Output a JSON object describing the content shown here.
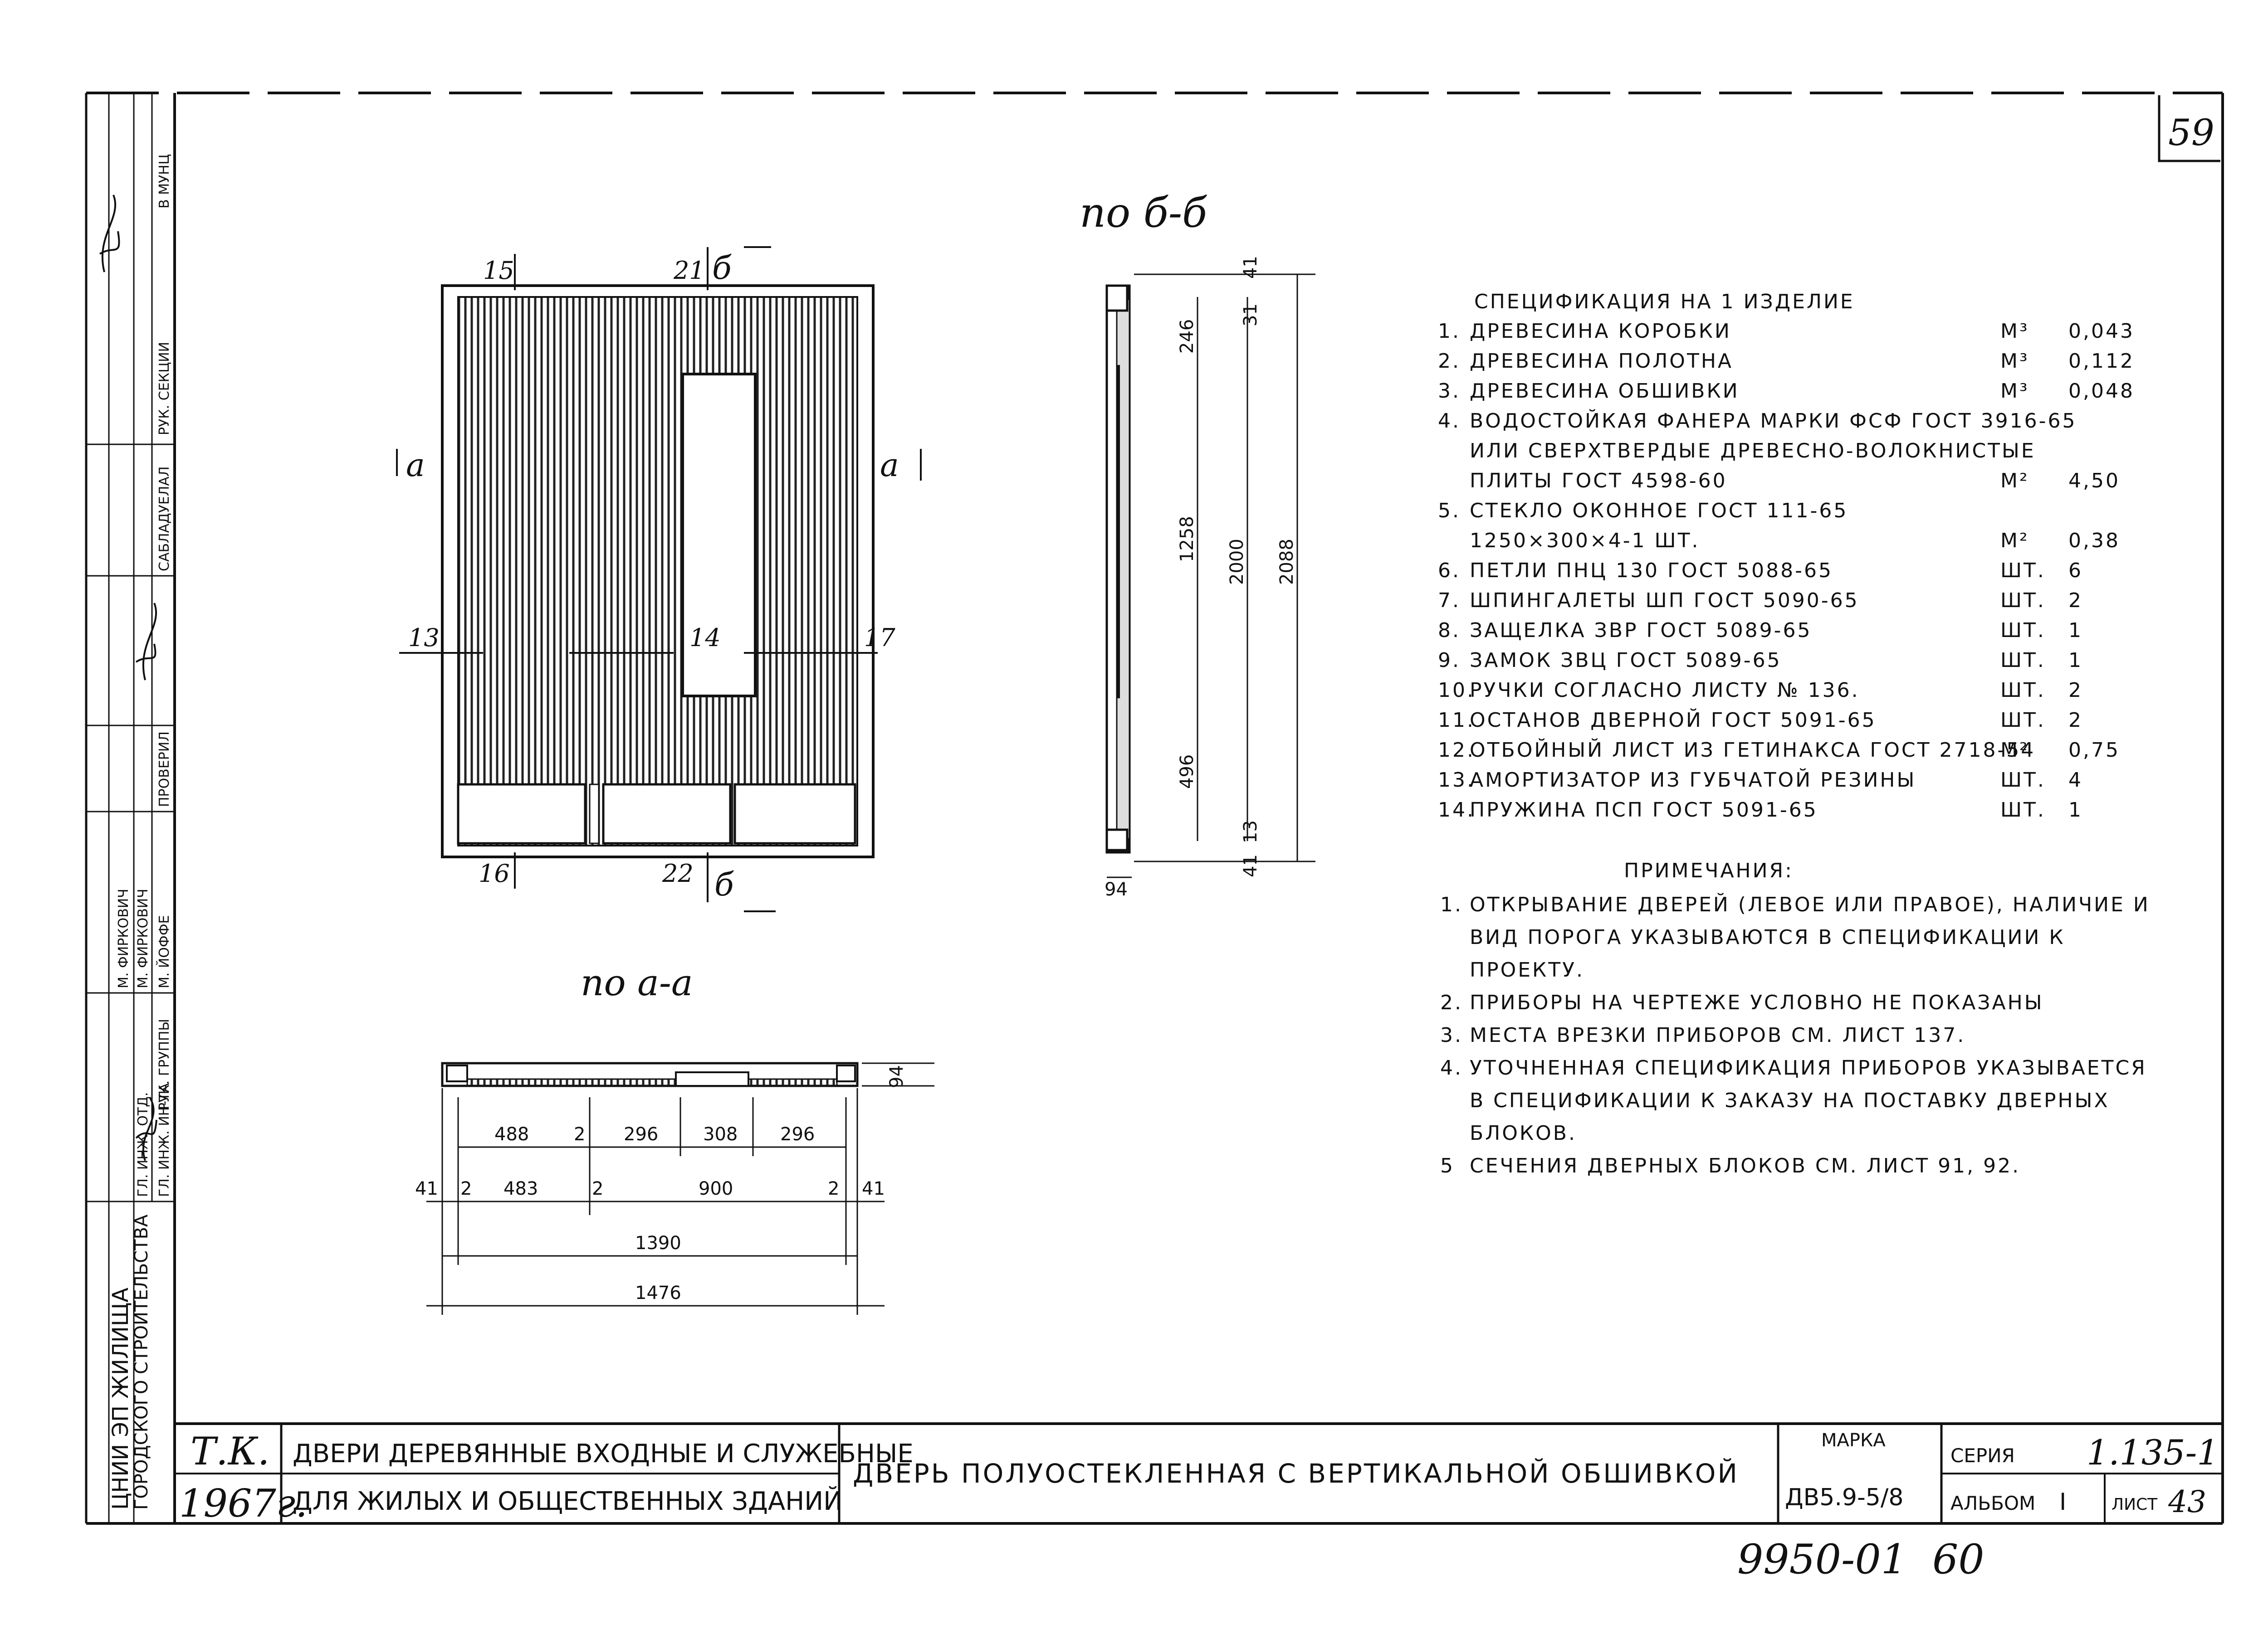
{
  "page_number": "59",
  "section_b_title": "по б-б",
  "section_a_title": "по а-а",
  "front_view": {
    "labels": [
      "15",
      "21",
      "б",
      "а",
      "а",
      "13",
      "14",
      "17",
      "16",
      "22",
      "б"
    ]
  },
  "section_b_dims": [
    "41",
    "31",
    "246",
    "1258",
    "2000",
    "2088",
    "496",
    "13",
    "41",
    "94"
  ],
  "section_a_dims": {
    "row1": [
      "488",
      "2",
      "296",
      "308",
      "296"
    ],
    "row2": [
      "41",
      "2",
      "483",
      "2",
      "900",
      "2",
      "41"
    ],
    "overall1": "1390",
    "overall2": "1476",
    "side": "94"
  },
  "spec": {
    "title": "СПЕЦИФИКАЦИЯ НА 1 ИЗДЕЛИЕ",
    "items": [
      {
        "n": "1.",
        "text": "ДРЕВЕСИНА КОРОБКИ",
        "unit": "М³",
        "qty": "0,043"
      },
      {
        "n": "2.",
        "text": "ДРЕВЕСИНА ПОЛОТНА",
        "unit": "М³",
        "qty": "0,112"
      },
      {
        "n": "3.",
        "text": "ДРЕВЕСИНА ОБШИВКИ",
        "unit": "М³",
        "qty": "0,048"
      },
      {
        "n": "4.",
        "text": "ВОДОСТОЙКАЯ ФАНЕРА МАРКИ ФСФ ГОСТ 3916-65",
        "unit": "",
        "qty": ""
      },
      {
        "n": "",
        "text": "ИЛИ СВЕРХТВЕРДЫЕ ДРЕВЕСНО-ВОЛОКНИСТЫЕ",
        "unit": "",
        "qty": ""
      },
      {
        "n": "",
        "text": "ПЛИТЫ ГОСТ 4598-60",
        "unit": "М²",
        "qty": "4,50"
      },
      {
        "n": "5.",
        "text": "СТЕКЛО ОКОННОЕ ГОСТ 111-65",
        "unit": "",
        "qty": ""
      },
      {
        "n": "",
        "text": "1250×300×4-1 ШТ.",
        "unit": "М²",
        "qty": "0,38"
      },
      {
        "n": "6.",
        "text": "ПЕТЛИ ПНЦ 130 ГОСТ 5088-65",
        "unit": "ШТ.",
        "qty": "6"
      },
      {
        "n": "7.",
        "text": "ШПИНГАЛЕТЫ ШП ГОСТ 5090-65",
        "unit": "ШТ.",
        "qty": "2"
      },
      {
        "n": "8.",
        "text": "ЗАЩЕЛКА ЗВР ГОСТ 5089-65",
        "unit": "ШТ.",
        "qty": "1"
      },
      {
        "n": "9.",
        "text": "ЗАМОК ЗВЦ ГОСТ 5089-65",
        "unit": "ШТ.",
        "qty": "1"
      },
      {
        "n": "10.",
        "text": "РУЧКИ СОГЛАСНО ЛИСТУ № 136.",
        "unit": "ШТ.",
        "qty": "2"
      },
      {
        "n": "11.",
        "text": "ОСТАНОВ ДВЕРНОЙ ГОСТ 5091-65",
        "unit": "ШТ.",
        "qty": "2"
      },
      {
        "n": "12.",
        "text": "ОТБОЙНЫЙ ЛИСТ ИЗ ГЕТИНАКСА ГОСТ 2718-54",
        "unit": "М²",
        "qty": "0,75"
      },
      {
        "n": "13.",
        "text": "АМОРТИЗАТОР ИЗ ГУБЧАТОЙ РЕЗИНЫ",
        "unit": "ШТ.",
        "qty": "4"
      },
      {
        "n": "14.",
        "text": "ПРУЖИНА ПСП ГОСТ 5091-65",
        "unit": "ШТ.",
        "qty": "1"
      }
    ]
  },
  "notes": {
    "title": "ПРИМЕЧАНИЯ:",
    "lines": [
      {
        "n": "1.",
        "text": "ОТКРЫВАНИЕ ДВЕРЕЙ (ЛЕВОЕ ИЛИ ПРАВОЕ), НАЛИЧИЕ И"
      },
      {
        "n": "",
        "text": "ВИД ПОРОГА УКАЗЫВАЮТСЯ В СПЕЦИФИКАЦИИ К"
      },
      {
        "n": "",
        "text": "ПРОЕКТУ."
      },
      {
        "n": "2.",
        "text": "ПРИБОРЫ НА ЧЕРТЕЖЕ УСЛОВНО НЕ ПОКАЗАНЫ"
      },
      {
        "n": "3.",
        "text": "МЕСТА ВРЕЗКИ ПРИБОРОВ СМ. ЛИСТ 137."
      },
      {
        "n": "4.",
        "text": "УТОЧНЕННАЯ СПЕЦИФИКАЦИЯ ПРИБОРОВ УКАЗЫВАЕТСЯ"
      },
      {
        "n": "",
        "text": "В СПЕЦИФИКАЦИИ К ЗАКАЗУ НА ПОСТАВКУ ДВЕРНЫХ"
      },
      {
        "n": "",
        "text": "БЛОКОВ."
      },
      {
        "n": "5",
        "text": "СЕЧЕНИЯ ДВЕРНЫХ БЛОКОВ СМ. ЛИСТ 91, 92."
      }
    ]
  },
  "title_block": {
    "tk": "Т.К.",
    "year": "1967г.",
    "series_title_1": "ДВЕРИ ДЕРЕВЯННЫЕ ВХОДНЫЕ И СЛУЖЕБНЫЕ",
    "series_title_2": "ДЛЯ ЖИЛЫХ И ОБЩЕСТВЕННЫХ ЗДАНИЙ",
    "sheet_title": "ДВЕРЬ ПОЛУОСТЕКЛЕННАЯ С ВЕРТИКАЛЬНОЙ ОБШИВКОЙ",
    "marka_label": "МАРКА",
    "marka": "ДВ5.9-5/8",
    "series_label": "СЕРИЯ",
    "series": "1.135-1",
    "album_label": "АЛЬБОМ",
    "album": "I",
    "sheet_label": "ЛИСТ",
    "sheet": "43",
    "archive": "9950-01",
    "archive_page": "60"
  },
  "side_stamp": {
    "org": "ЦНИИ ЭП ЖИЛИЩА",
    "org_sub": "ГОРОДСКОГО СТРОИТЕЛЬСТВА",
    "roles": [
      "ГЛ. ИНЖ. ИН-ТА",
      "РУК. ГРУППЫ",
      "ГЛ. ИНЖ. ОТД.",
      "ПРОВЕРИЛ",
      "РУК. СЕКЦИИ",
      "В МУНЦ"
    ],
    "names": [
      "М. ЙОФФЕ",
      "М. ФИРКОВИЧ",
      "М. ФИРКОВИЧ",
      "САБЛАДУЕЛАЛ"
    ]
  }
}
